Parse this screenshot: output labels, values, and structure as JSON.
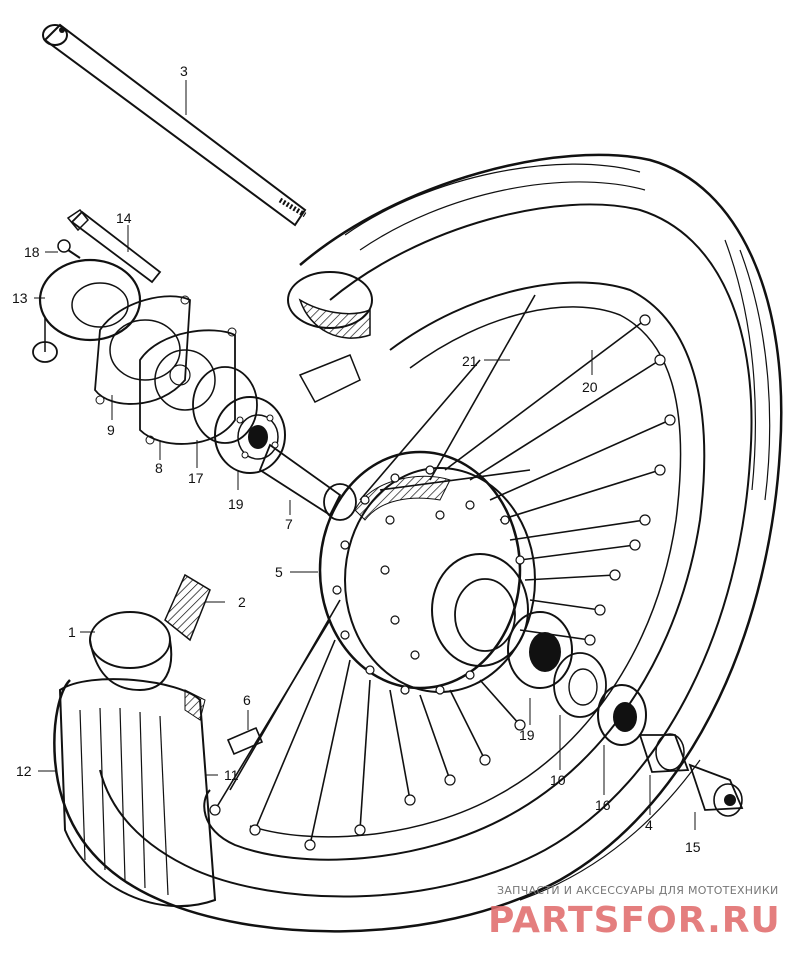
{
  "callouts": {
    "c1": "1",
    "c2": "2",
    "c3": "3",
    "c4": "4",
    "c5": "5",
    "c6": "6",
    "c7": "7",
    "c8": "8",
    "c9": "9",
    "c10": "10",
    "c11": "11",
    "c12": "12",
    "c13": "13",
    "c14": "14",
    "c15": "15",
    "c16": "16",
    "c17": "17",
    "c18": "18",
    "c19a": "19",
    "c19b": "19",
    "c20": "20",
    "c21": "21"
  },
  "watermark": {
    "caption": "ЗАПЧАСТИ И АКСЕССУАРЫ ДЛЯ МОТОТЕХНИКИ",
    "logo": "PARTSFOR.RU"
  },
  "colors": {
    "ink": "#111111",
    "background": "#ffffff",
    "watermark": "#e06868"
  }
}
